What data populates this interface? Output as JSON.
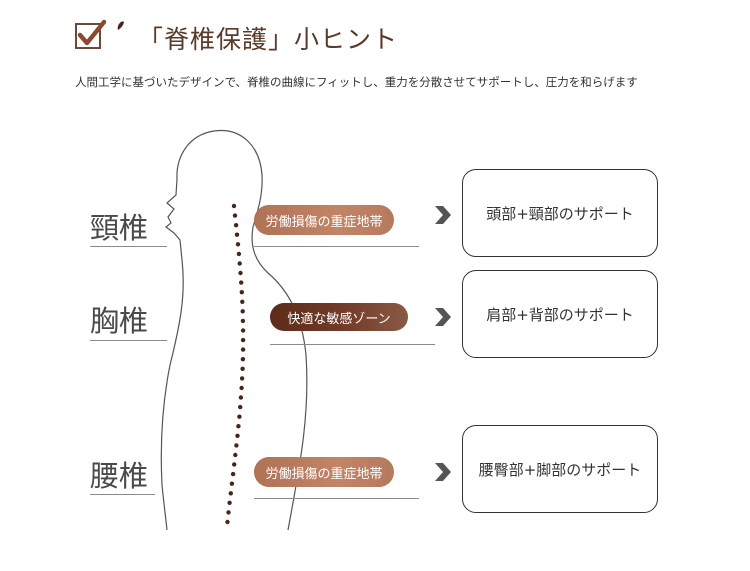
{
  "header": {
    "title": "「脊椎保護」小ヒント",
    "subtitle": "人間工学に基づいたデザインで、脊椎の曲線にフィットし、重力を分散させてサポートし、圧力を和らげます"
  },
  "sections": [
    {
      "label": "頸椎",
      "tag": "労働損傷の重症地帯",
      "support": "頭部+頸部のサポート"
    },
    {
      "label": "胸椎",
      "tag": "快適な敏感ゾーン",
      "support": "肩部+背部のサポート"
    },
    {
      "label": "腰椎",
      "tag": "労働損傷の重症地帯",
      "support": "腰臀部+脚部のサポート"
    }
  ],
  "icons": {
    "check": "checkbox-checked-icon",
    "arrow": "chevron-right-icon"
  },
  "colors": {
    "accent_light": "#b87a5c",
    "accent_dark": "#5e2a1a",
    "spine_dots": "#4a2418"
  }
}
